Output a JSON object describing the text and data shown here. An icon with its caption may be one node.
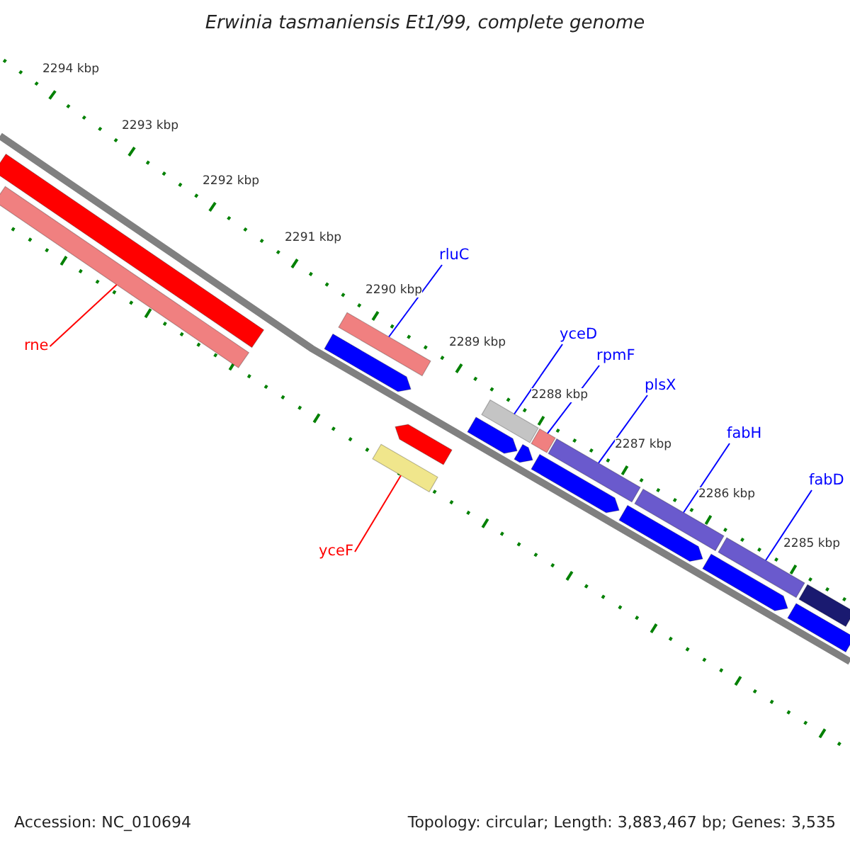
{
  "diagram": {
    "title": "Erwinia tasmaniensis Et1/99, complete genome",
    "nodes": [
      {
        "text": [
          "rluC"
        ]
      },
      {
        "text": [
          "yceD"
        ]
      },
      {
        "text": [
          "rne"
        ]
      },
      {
        "text": [
          "rpmF"
        ]
      },
      {
        "text": [
          "plsX"
        ]
      },
      {
        "text": [
          "fabH"
        ]
      },
      {
        "text": [
          "fabD"
        ]
      },
      {
        "text": [
          "yceF"
        ]
      },
      {
        "text": [],
        "shape": "bar"
      },
      {
        "text": [],
        "shape": "bar"
      },
      {
        "text": [],
        "shape": "bar"
      },
      {
        "text": [],
        "shape": "bar"
      },
      {
        "text": [],
        "shape": "bar"
      },
      {
        "text": [],
        "shape": "bar"
      },
      {
        "text": [],
        "shape": "bar"
      },
      {
        "text": [],
        "shape": "bar"
      }
    ],
    "edges": [
      {
        "from": 0,
        "to": 9,
        "arrow": "none"
      },
      {
        "from": 1,
        "to": 11,
        "arrow": "none"
      },
      {
        "from": 2,
        "to": 8,
        "arrow": "none",
        "color": "#ff0000"
      },
      {
        "from": 3,
        "to": 12,
        "arrow": "none"
      },
      {
        "from": 4,
        "to": 13,
        "arrow": "none"
      },
      {
        "from": 5,
        "to": 14,
        "arrow": "none"
      },
      {
        "from": 6,
        "to": 15,
        "arrow": "none"
      },
      {
        "from": 7,
        "to": 10,
        "arrow": "none",
        "color": "#ff0000"
      }
    ],
    "labels": [
      "2294 kbp",
      "2293 kbp",
      "2292 kbp",
      "2291 kbp",
      "2290 kbp",
      "2289 kbp",
      "2288 kbp",
      "2287 kbp",
      "2286 kbp",
      "2285 kbp",
      "Accession: NC_010694",
      "Topology: circular; Length: 3,883,467 bp; Genes: 3,535"
    ]
  }
}
